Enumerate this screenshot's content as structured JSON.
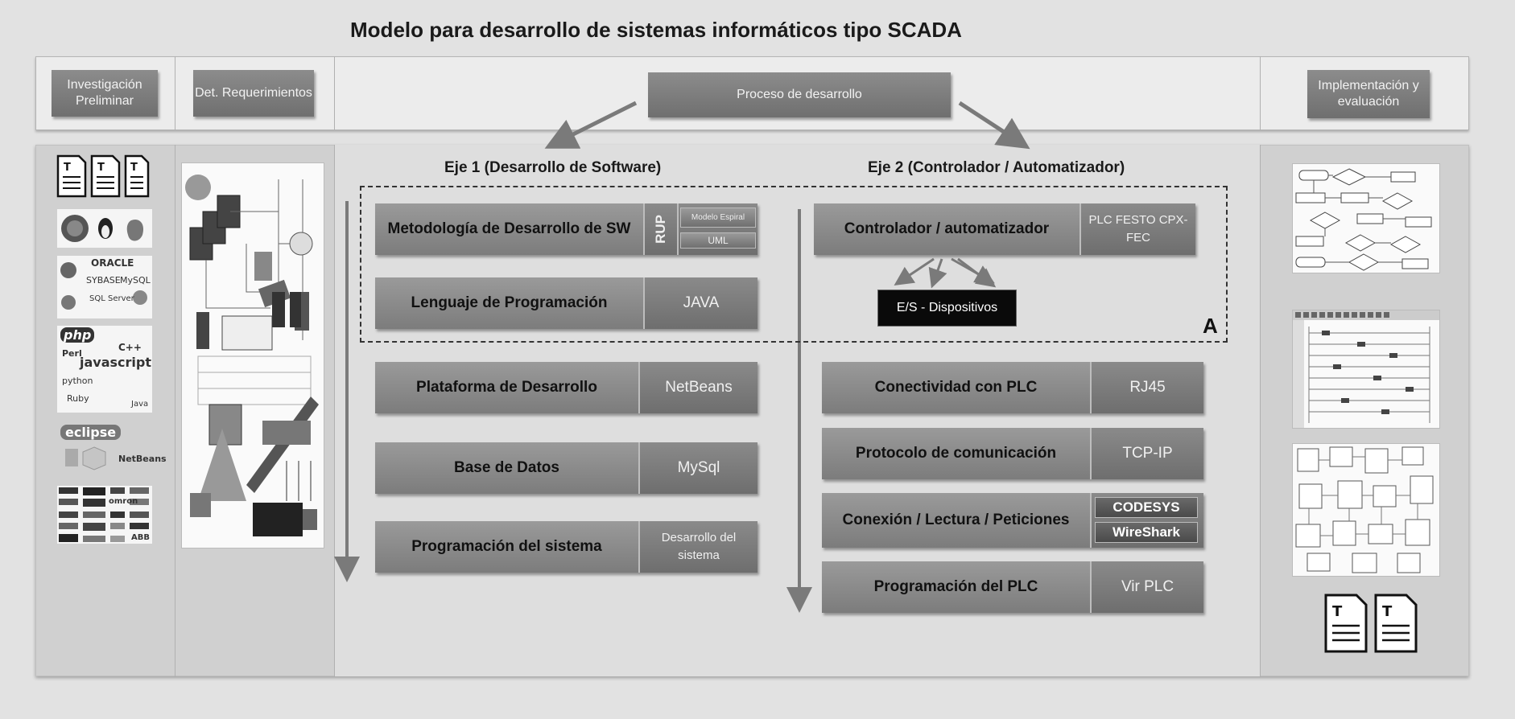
{
  "title": "Modelo para desarrollo de sistemas informáticos tipo SCADA",
  "header": {
    "investigacion": "Investigación Preliminar",
    "det_requerimientos": "Det. Requerimientos",
    "proceso": "Proceso de desarrollo",
    "implementacion": "Implementación y evaluación"
  },
  "eje1": {
    "title": "Eje 1 (Desarrollo de Software)",
    "rows": [
      {
        "label": "Metodología de Desarrollo de SW",
        "rup": "RUP",
        "sub": [
          "Modelo Espiral",
          "UML"
        ]
      },
      {
        "label": "Lenguaje de Programación",
        "tech": "JAVA"
      },
      {
        "label": "Plataforma de Desarrollo",
        "tech": "NetBeans"
      },
      {
        "label": "Base de Datos",
        "tech": "MySql"
      },
      {
        "label": "Programación del sistema",
        "tech": "Desarrollo del sistema"
      }
    ]
  },
  "eje2": {
    "title": "Eje 2 (Controlador  / Automatizador)",
    "rows": [
      {
        "label": "Controlador  / automatizador",
        "tech": "PLC FESTO CPX-FEC"
      },
      {
        "label": "Conectividad con PLC",
        "tech": "RJ45"
      },
      {
        "label": "Protocolo de comunicación",
        "tech": "TCP-IP"
      },
      {
        "label": "Conexión / Lectura / Peticiones",
        "sub": [
          "CODESYS",
          "WireShark"
        ]
      },
      {
        "label": "Programación del PLC",
        "tech": "Vir PLC"
      }
    ],
    "es": "E/S - Dispositivos"
  },
  "region_label": "A",
  "logos": {
    "oracle": "ORACLE",
    "sybase": "SYBASE",
    "mysql": "MySQL",
    "sqlserver": "SQL Server",
    "php": "php",
    "cpp": "C++",
    "perl": "Perl",
    "javascript": "javascript",
    "python": "python",
    "ruby": "Ruby",
    "java": "Java",
    "eclipse": "eclipse",
    "netbeans": "NetBeans",
    "omron": "omron",
    "abb": "ABB"
  }
}
